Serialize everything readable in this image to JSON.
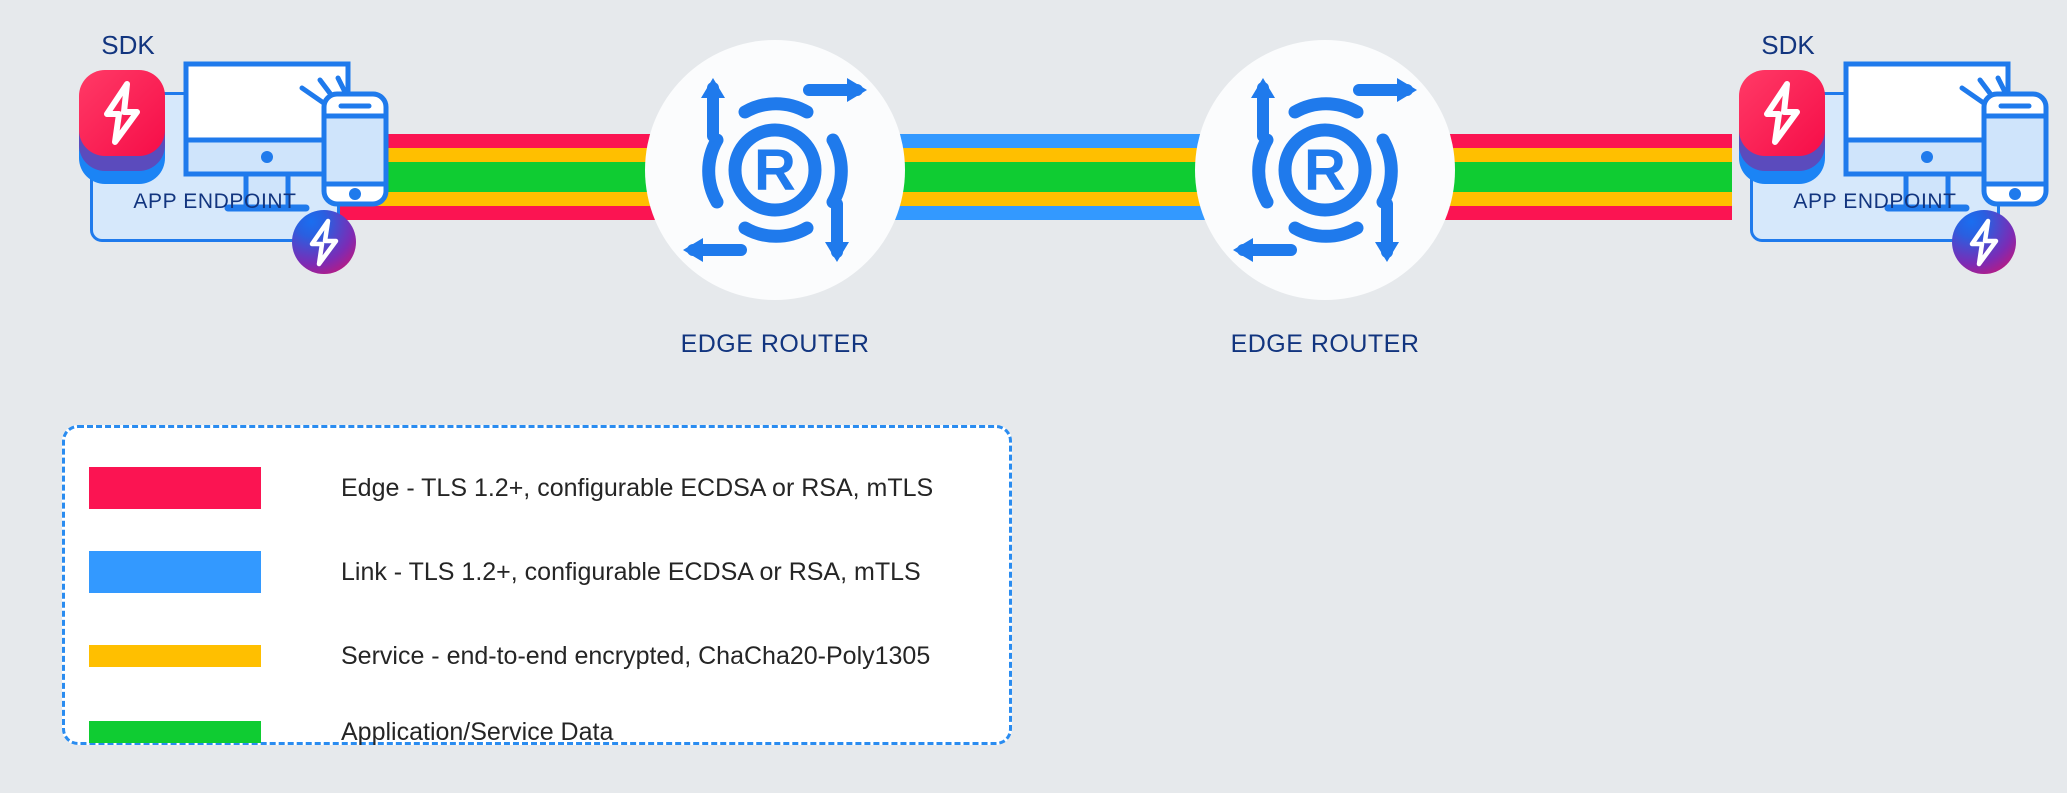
{
  "diagram": {
    "title": "Secure network transport layers",
    "background_color": "#e6e9ec"
  },
  "colors": {
    "edge": "#fb1452",
    "link": "#3399ff",
    "service": "#ffbf00",
    "data": "#0fcc32",
    "node_blue": "#1f7aec",
    "label_navy": "#12357f",
    "endpoint_fill": "#d6e8fb",
    "router_fill": "#fbfcfd",
    "legend_border": "#2a8cf0",
    "legend_fill": "#ffffff"
  },
  "nodes": [
    {
      "id": "endpoint-left",
      "type": "app-endpoint",
      "label": "APP ENDPOINT",
      "sdk_label": "SDK",
      "badge_icon": "lightning-bolt-icon"
    },
    {
      "id": "router-left",
      "type": "edge-router",
      "label": "EDGE ROUTER",
      "icon": "router-icon"
    },
    {
      "id": "router-right",
      "type": "edge-router",
      "label": "EDGE ROUTER",
      "icon": "router-icon"
    },
    {
      "id": "endpoint-right",
      "type": "app-endpoint",
      "label": "APP ENDPOINT",
      "sdk_label": "SDK",
      "badge_icon": "lightning-bolt-icon"
    }
  ],
  "legend": {
    "items": [
      {
        "color": "#fb1452",
        "label": "Edge - TLS 1.2+, configurable ECDSA or RSA, mTLS",
        "swatch_name": "legend-swatch-edge"
      },
      {
        "color": "#3399ff",
        "label": "Link - TLS 1.2+, configurable ECDSA or RSA, mTLS",
        "swatch_name": "legend-swatch-link"
      },
      {
        "color": "#ffbf00",
        "label": "Service - end-to-end encrypted, ChaCha20-Poly1305",
        "swatch_name": "legend-swatch-service"
      },
      {
        "color": "#0fcc32",
        "label": "Application/Service Data",
        "swatch_name": "legend-swatch-data"
      }
    ]
  }
}
